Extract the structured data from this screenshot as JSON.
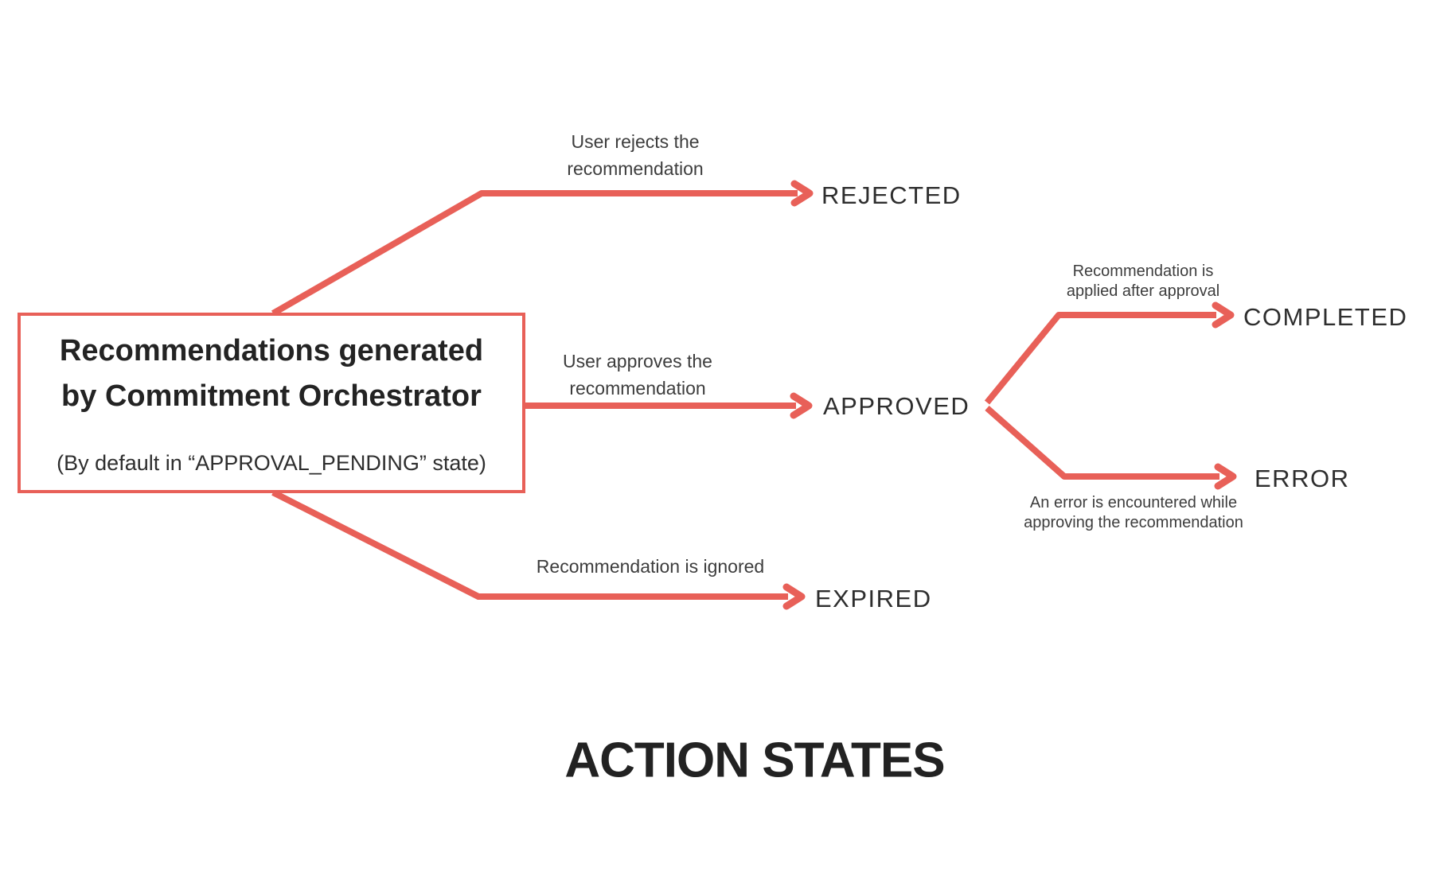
{
  "title": "ACTION STATES",
  "colors": {
    "accent_red": "#E86058",
    "text_dark": "#2E2E2E",
    "label_gray": "#3D3D3D"
  },
  "source_node": {
    "title_line1": "Recommendations generated",
    "title_line2": "by Commitment Orchestrator",
    "subtitle": "(By default in “APPROVAL_PENDING” state)"
  },
  "states": {
    "rejected": "REJECTED",
    "approved": "APPROVED",
    "expired": "EXPIRED",
    "completed": "COMPLETED",
    "error": "ERROR"
  },
  "edge_labels": {
    "rejected": {
      "line1": "User rejects the",
      "line2": "recommendation"
    },
    "approved": {
      "line1": "User approves the",
      "line2": "recommendation"
    },
    "expired": {
      "line1": "Recommendation is ignored"
    },
    "completed": {
      "line1": "Recommendation is",
      "line2": "applied after approval"
    },
    "error": {
      "line1": "An error is encountered while",
      "line2": "approving the recommendation"
    }
  }
}
